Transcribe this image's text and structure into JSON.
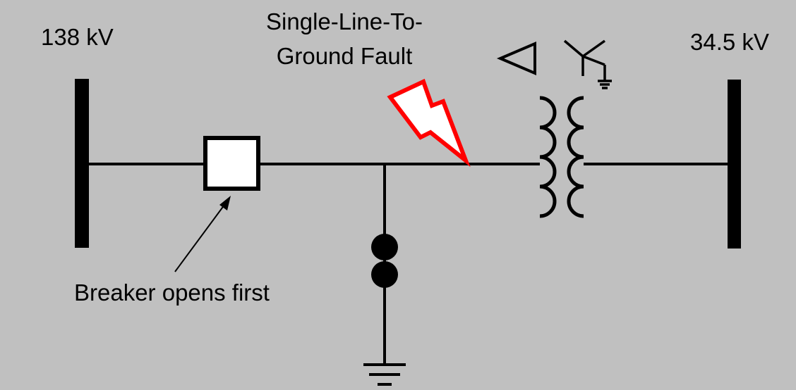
{
  "diagram": {
    "left_bus_voltage": "138 kV",
    "right_bus_voltage": "34.5 kV",
    "fault_label_line1": "Single-Line-To-",
    "fault_label_line2": "Ground Fault",
    "breaker_note": "Breaker opens first",
    "transformer_primary_winding": "delta",
    "transformer_secondary_winding": "grounded wye",
    "fault_color": "#ff0000",
    "background_color": "#c0c0c0"
  }
}
